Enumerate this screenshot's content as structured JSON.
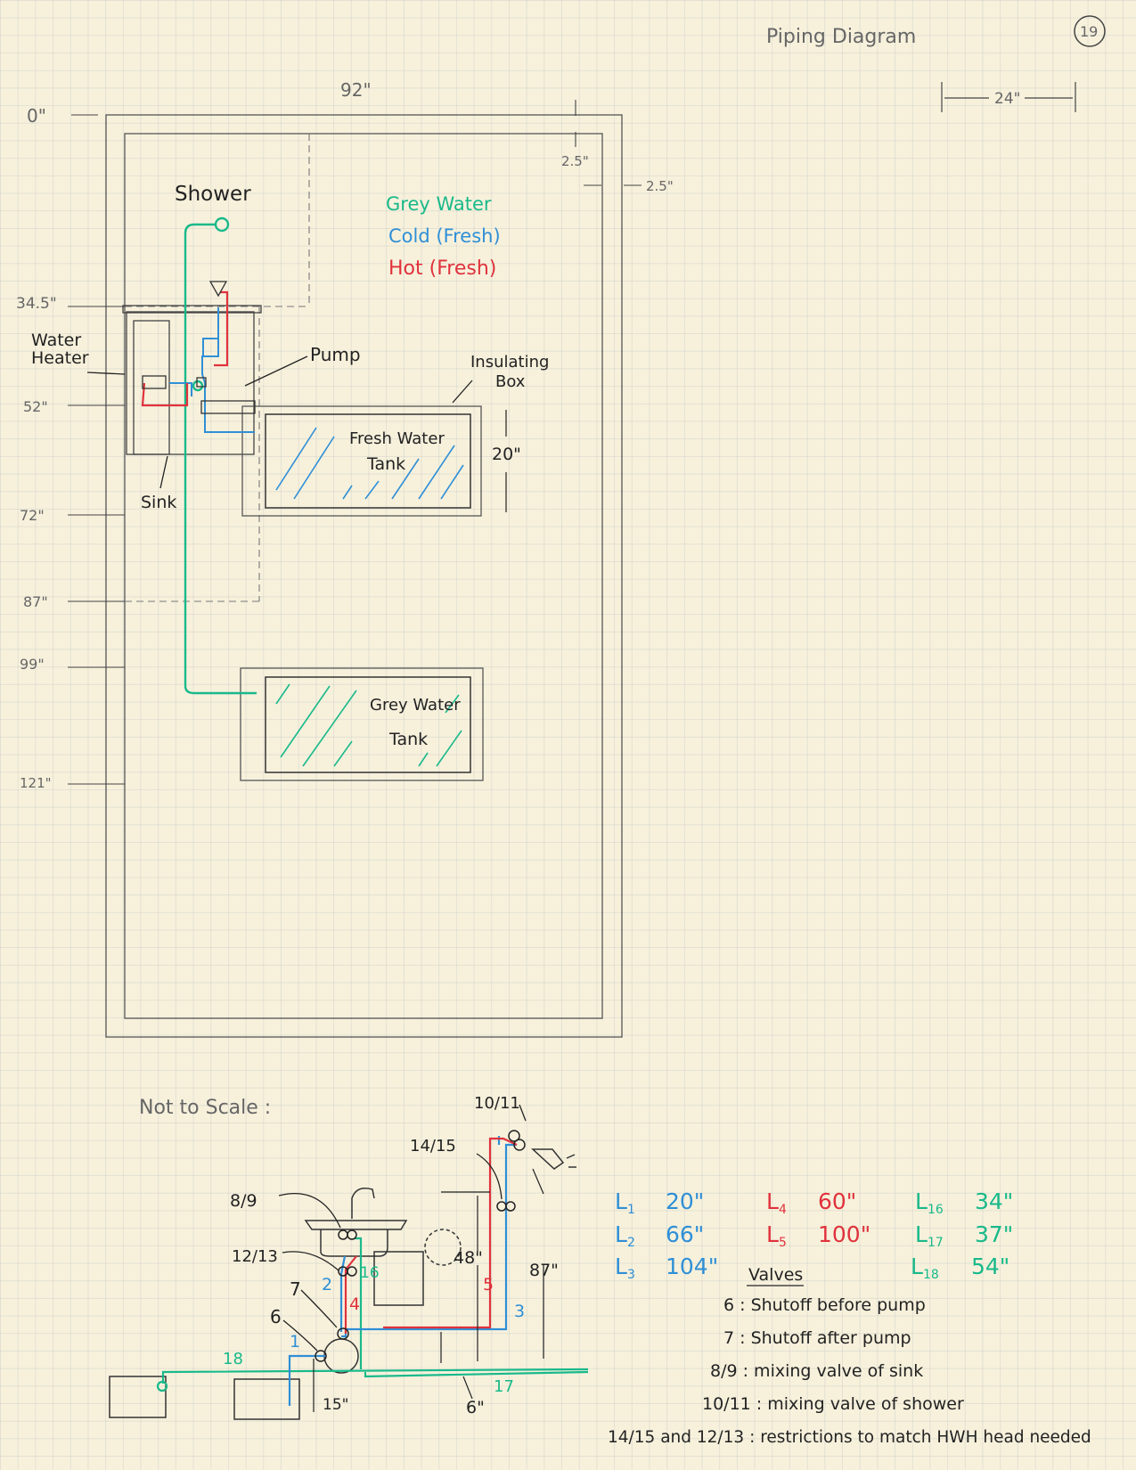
{
  "page": {
    "title": "Piping Diagram",
    "page_number": "19"
  },
  "dimensions": {
    "width": "92\"",
    "side_width": "24\"",
    "margin_top": "2.5\"",
    "margin_side": "2.5\"",
    "tank_height": "20\"",
    "y_marks": [
      "0\"",
      "34.5\"",
      "52\"",
      "72\"",
      "87\"",
      "99\"",
      "121\""
    ]
  },
  "legend": {
    "grey": "Grey Water",
    "cold": "Cold (Fresh)",
    "hot": "Hot (Fresh)"
  },
  "labels": {
    "shower": "Shower",
    "water_heater_1": "Water",
    "water_heater_2": "Heater",
    "pump": "Pump",
    "insulating_1": "Insulating",
    "insulating_2": "Box",
    "sink": "Sink",
    "fresh_1": "Fresh Water",
    "fresh_2": "Tank",
    "grey_1": "Grey Water",
    "grey_2": "Tank"
  },
  "schematic": {
    "title": "Not to Scale :",
    "callouts": [
      "10/11",
      "14/15",
      "8/9",
      "12/13",
      "7",
      "6"
    ],
    "pipe_numbers": [
      "1",
      "2",
      "3",
      "4",
      "5",
      "16",
      "17",
      "18"
    ],
    "dims": [
      "48\"",
      "87\"",
      "15\"",
      "6\""
    ]
  },
  "lengths": {
    "L1": "20\"",
    "L2": "66\"",
    "L3": "104\"",
    "L4": "60\"",
    "L5": "100\"",
    "L16": "34\"",
    "L17": "37\"",
    "L18": "54\""
  },
  "valves": {
    "heading": "Valves",
    "items": [
      "6 : Shutoff before pump",
      "7 : Shutoff after pump",
      "8/9 : mixing valve of sink",
      "10/11 : mixing valve of shower",
      "14/15 and 12/13 : restrictions to match HWH head needed"
    ]
  },
  "colors": {
    "grey": "#19b98a",
    "cold": "#2f8fd6",
    "hot": "#e0323c"
  }
}
